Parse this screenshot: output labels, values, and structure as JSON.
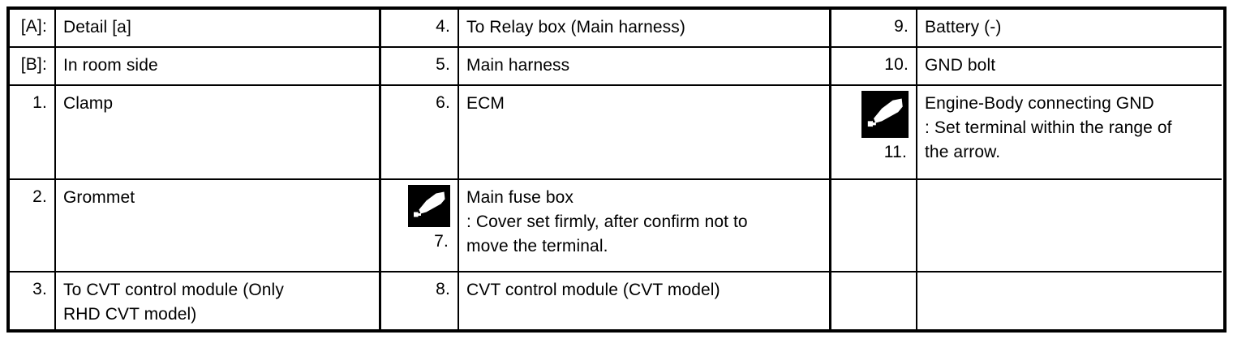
{
  "table": {
    "icon_name": "arrow-range-icon",
    "columns": [
      {
        "id": "column-1",
        "rows": [
          {
            "key": "[A]:",
            "text": "Detail [a]",
            "icon": false
          },
          {
            "key": "[B]:",
            "text": "In room side",
            "icon": false
          },
          {
            "key": "1.",
            "text": "Clamp",
            "icon": false
          },
          {
            "key": "2.",
            "text": "Grommet",
            "icon": false
          },
          {
            "key": "3.",
            "text": "To CVT control module (Only\nRHD CVT model)",
            "icon": false
          }
        ]
      },
      {
        "id": "column-2",
        "rows": [
          {
            "key": "4.",
            "text": "To Relay box (Main harness)",
            "icon": false
          },
          {
            "key": "5.",
            "text": "Main harness",
            "icon": false
          },
          {
            "key": "6.",
            "text": "ECM",
            "icon": false
          },
          {
            "key": "7.",
            "text": "Main fuse box\n: Cover set firmly, after confirm not to\nmove the terminal.",
            "icon": true
          },
          {
            "key": "8.",
            "text": "CVT control module (CVT model)",
            "icon": false
          }
        ]
      },
      {
        "id": "column-3",
        "rows": [
          {
            "key": "9.",
            "text": "Battery (-)",
            "icon": false
          },
          {
            "key": "10.",
            "text": "GND bolt",
            "icon": false
          },
          {
            "key": "11.",
            "text": "Engine-Body connecting GND\n: Set terminal within the range of\nthe arrow.",
            "icon": true
          },
          {
            "key": "",
            "text": "",
            "icon": false
          },
          {
            "key": "",
            "text": "",
            "icon": false
          }
        ]
      }
    ]
  },
  "colors": {
    "border": "#000000",
    "background": "#ffffff",
    "text": "#000000",
    "icon_background": "#000000",
    "icon_foreground": "#ffffff"
  }
}
